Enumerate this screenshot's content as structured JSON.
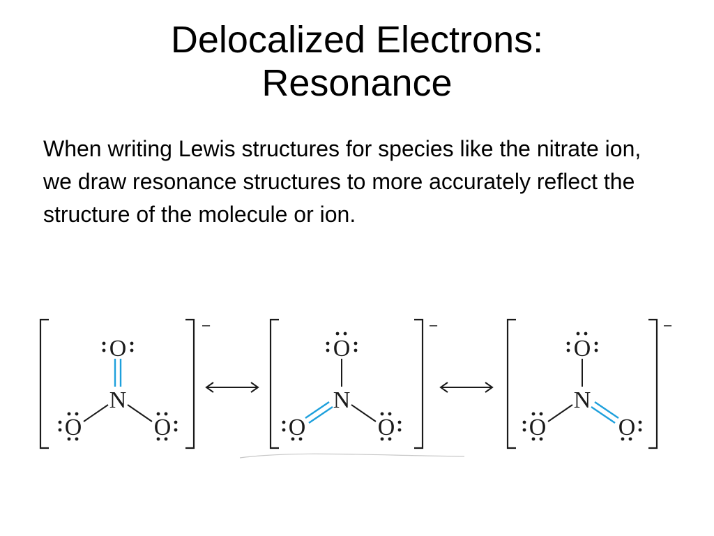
{
  "title": {
    "line1": "Delocalized Electrons:",
    "line2": "Resonance"
  },
  "body": {
    "paragraph": "When writing Lewis structures for species like the nitrate ion, we draw resonance structures to more accurately reflect the structure of the molecule or ion."
  },
  "diagram": {
    "structures": [
      {
        "top": "O",
        "center": "N",
        "left": "O",
        "right": "O",
        "charge": "–",
        "double_bond": "top"
      },
      {
        "top": "O",
        "center": "N",
        "left": "O",
        "right": "O",
        "charge": "–",
        "double_bond": "left"
      },
      {
        "top": "O",
        "center": "N",
        "left": "O",
        "right": "O",
        "charge": "–",
        "double_bond": "right"
      }
    ],
    "colors": {
      "double_bond": "#1ea0dc",
      "text": "#000000",
      "background": "#ffffff"
    }
  }
}
